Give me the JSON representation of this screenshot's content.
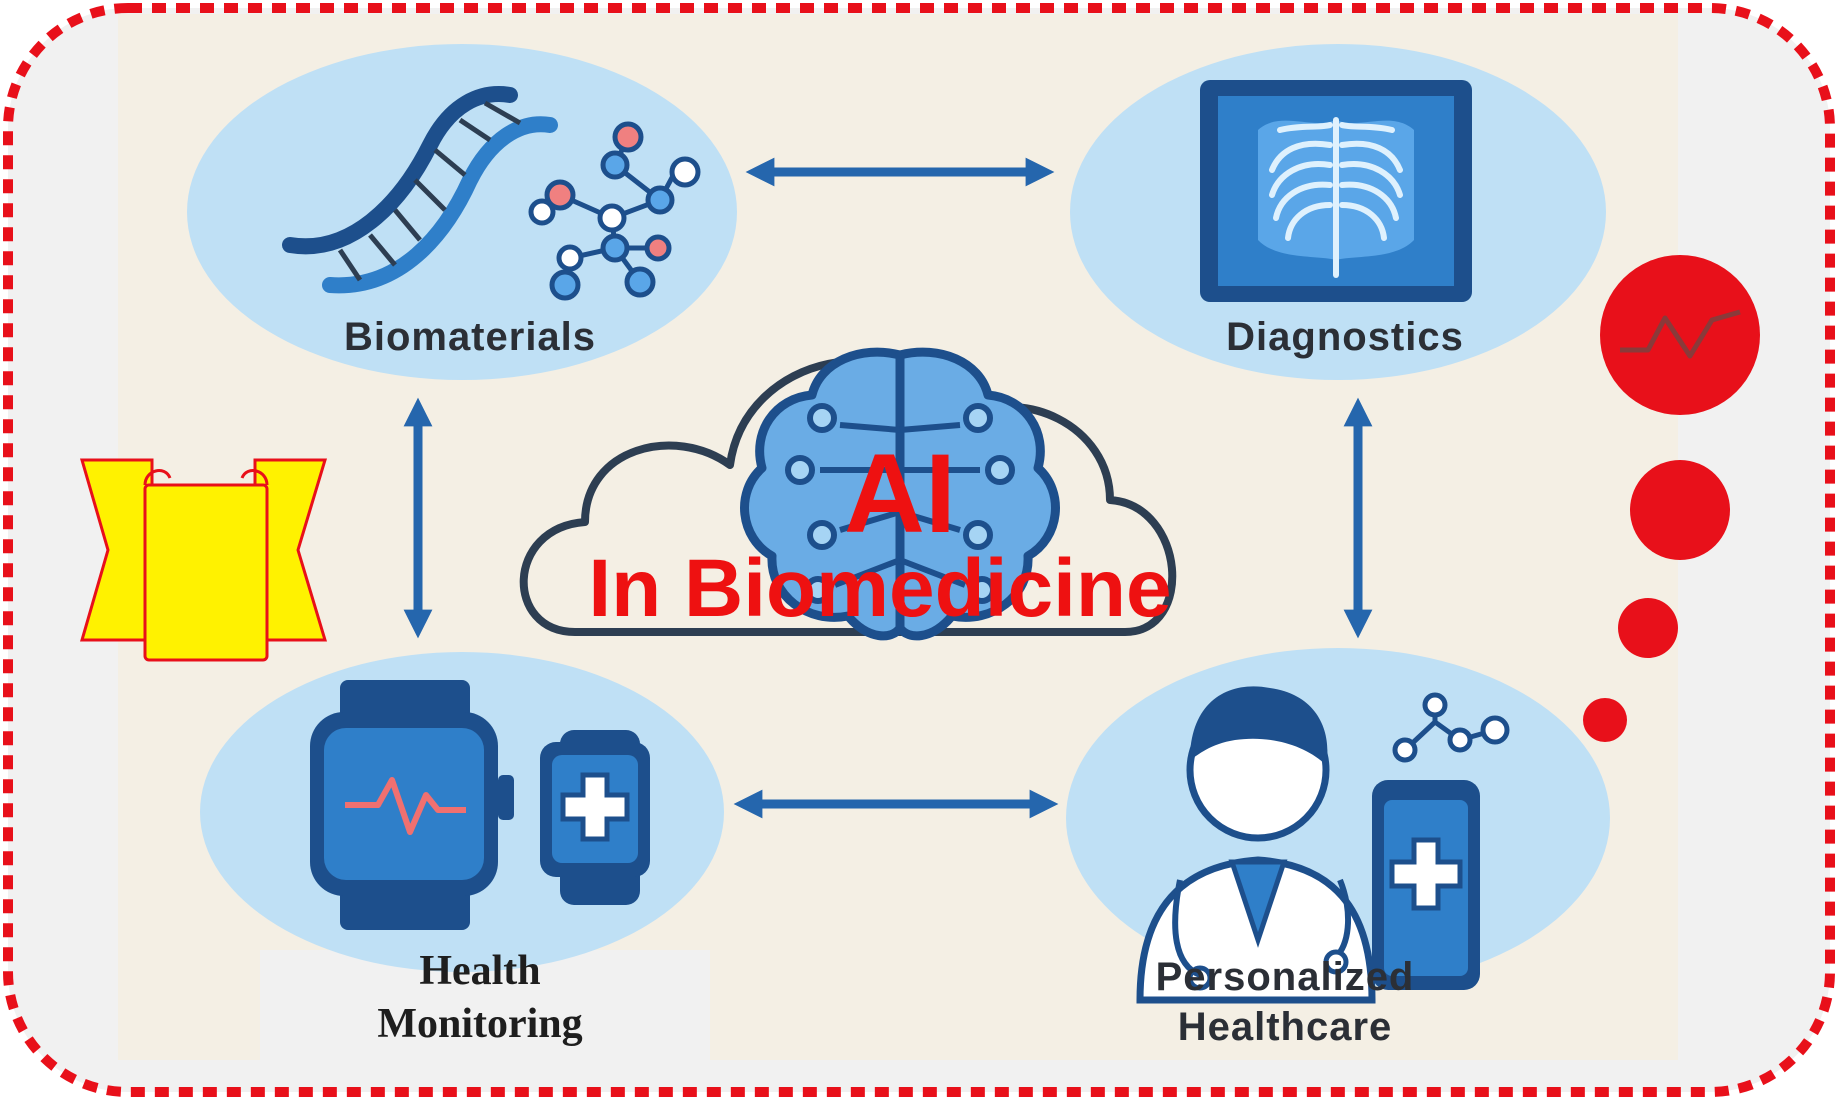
{
  "title": {
    "line1": "AI",
    "line2": "In Biomedicine"
  },
  "nodes": {
    "biomaterials": "Biomaterials",
    "diagnostics": "Diagnostics",
    "health_monitoring_line1": "Health",
    "health_monitoring_line2": "Monitoring",
    "personalized_line1": "Personalized",
    "personalized_line2": "Healthcare"
  },
  "colors": {
    "border": "#e8101a",
    "panel": "#f4efe4",
    "bubble": "#bfe0f5",
    "icon_dark": "#1d4f8c",
    "icon_mid": "#2f7fc9",
    "icon_light": "#8cc4ee",
    "title": "#ee1111",
    "highlight": "#fff200",
    "accent_red": "#e8101a"
  },
  "icons": [
    "dna-icon",
    "molecule-icon",
    "xray-icon",
    "brain-circuit-icon",
    "cloud-icon",
    "smartwatch-icon",
    "fitness-band-icon",
    "doctor-icon",
    "tablet-medical-icon",
    "scroll-icon",
    "heartbeat-icon"
  ]
}
